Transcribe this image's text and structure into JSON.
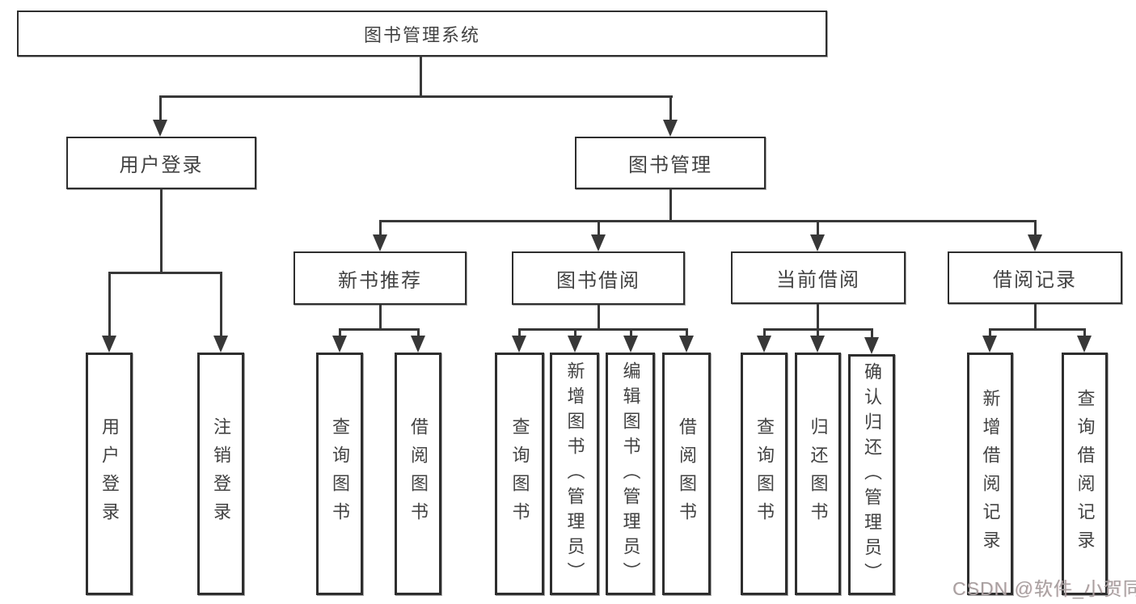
{
  "colors": {
    "line": "#383838",
    "box_border": "#2e2e2e",
    "text": "#424242",
    "watermark": "#a7a0a0",
    "background": "#ffffff"
  },
  "tree": {
    "root": {
      "label": "图书管理系统",
      "children": [
        {
          "label": "用户登录",
          "children": [
            {
              "label": "用户登录"
            },
            {
              "label": "注销登录"
            }
          ]
        },
        {
          "label": "图书管理",
          "children": [
            {
              "label": "新书推荐",
              "children": [
                {
                  "label": "查询图书"
                },
                {
                  "label": "借阅图书"
                }
              ]
            },
            {
              "label": "图书借阅",
              "children": [
                {
                  "label": "查询图书"
                },
                {
                  "label": "新增图书（管理员）"
                },
                {
                  "label": "编辑图书（管理员）"
                },
                {
                  "label": "借阅图书"
                }
              ]
            },
            {
              "label": "当前借阅",
              "children": [
                {
                  "label": "查询图书"
                },
                {
                  "label": "归还图书"
                },
                {
                  "label": "确认归还（管理员）"
                }
              ]
            },
            {
              "label": "借阅记录",
              "children": [
                {
                  "label": "新增借阅记录"
                },
                {
                  "label": "查询借阅记录"
                }
              ]
            }
          ]
        }
      ]
    }
  },
  "watermark": {
    "text": "CSDN @软件_小贺同学"
  }
}
